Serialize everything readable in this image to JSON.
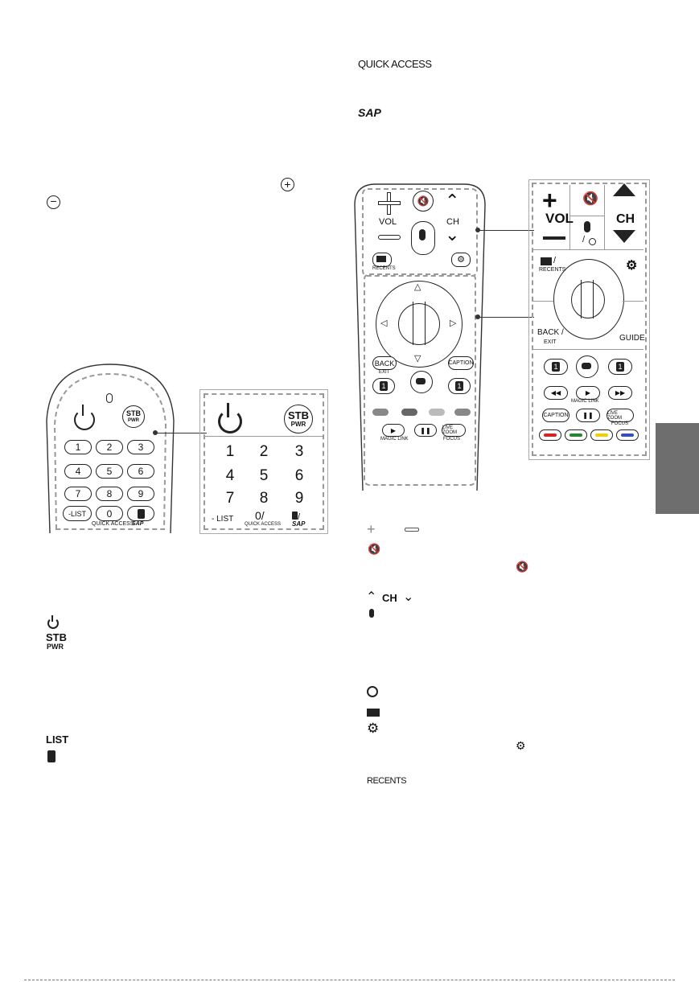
{
  "right_labels": {
    "quick_access": "QUICK ACCESS",
    "sap": "SAP"
  },
  "remote_left": {
    "stb": "STB",
    "pwr": "PWR",
    "digits": [
      "1",
      "2",
      "3",
      "4",
      "5",
      "6",
      "7",
      "8",
      "9"
    ],
    "list_key": "-LIST",
    "zero": "0",
    "quick_access": "QUICK ACCESS",
    "sap": "SAP"
  },
  "grid_left": {
    "stb": "STB",
    "pwr": "PWR",
    "digits": [
      "1",
      "2",
      "3",
      "4",
      "5",
      "6",
      "7",
      "8",
      "9"
    ],
    "list": "- LIST",
    "zero": "0/",
    "quick_access": "QUICK ACCESS",
    "sap_slash": "/",
    "sap": "SAP"
  },
  "remote_right": {
    "vol": "VOL",
    "ch": "CH",
    "recents": "RECENTS",
    "back": "BACK",
    "exit": "EXIT",
    "caption": "CAPTION",
    "one_left": "1",
    "one_right": "1",
    "magic_link": "MAGIC LINK",
    "live_zoom": "LIVE ZOOM",
    "focus": "FOCUS"
  },
  "grid_right": {
    "vol": "VOL",
    "ch": "CH",
    "slash_search": "/",
    "recents_slash": "/",
    "recents": "RECENTS",
    "back": "BACK /",
    "exit": "EXIT",
    "guide": "GUIDE",
    "one_left": "1",
    "one_right": "1",
    "magic_link": "MAGIC LINK",
    "caption": "CAPTION",
    "live_zoom": "LIVE ZOOM",
    "focus": "FOCUS",
    "color_keys": [
      "#e02020",
      "#1e8a2e",
      "#f2d000",
      "#2f4fc8"
    ]
  },
  "legend_left": {
    "stb": "STB",
    "pwr": "PWR",
    "list": "LIST"
  },
  "legend_right": {
    "ch": "CH",
    "recents": "RECENTS"
  }
}
